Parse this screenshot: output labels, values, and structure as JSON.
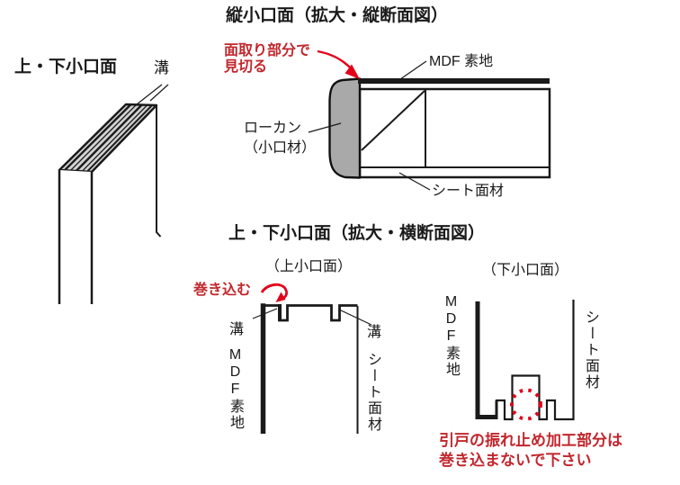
{
  "colors": {
    "line": "#1a1a1a",
    "red_note_text": "#c1272d",
    "red_arrow": "#e2001a",
    "edge_material_fill": "#a9a9a9",
    "panel_top_face_fill": "#d2d2d2"
  },
  "top_left_view": {
    "heading": "上・下小口面",
    "groove_label": "溝"
  },
  "vertical_section_view": {
    "title": "縦小口面（拡大・縦断面図）",
    "chamfer_note": {
      "line1": "面取り部分で",
      "line2": "見切る"
    },
    "mdf_label": "MDF 素地",
    "edge_material_label": {
      "line1": "ローカン",
      "line2": "（小口材）"
    },
    "sheet_label": "シート面材"
  },
  "horizontal_section_view": {
    "title": "上・下小口面（拡大・横断面図）",
    "upper_edge": {
      "subtitle": "（上小口面）",
      "wrap_note": "巻き込む",
      "groove_label_left": "溝",
      "groove_label_right": "溝",
      "mdf_label_vertical": "MDF素地",
      "sheet_label_vertical": "シート面材"
    },
    "lower_edge": {
      "subtitle": "（下小口面）",
      "mdf_label_vertical": "MDF素地",
      "sheet_label_vertical": "シート面材",
      "warning": {
        "line1": "引戸の振れ止め加工部分は",
        "line2": "巻き込まないで下さい"
      }
    }
  }
}
